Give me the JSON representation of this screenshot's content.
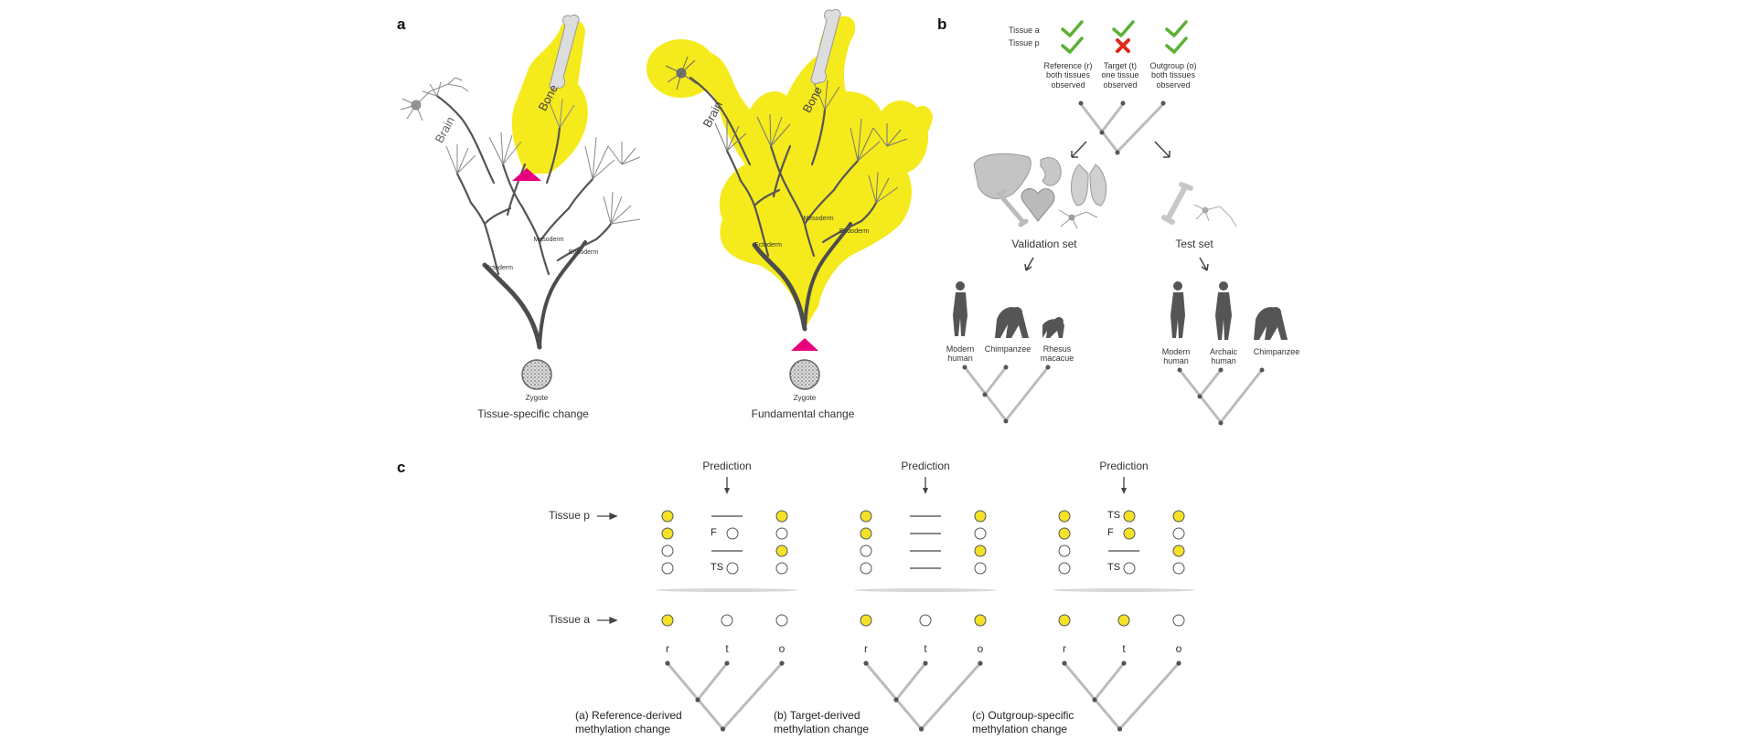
{
  "panels": {
    "a": "a",
    "b": "b",
    "c": "c"
  },
  "panel_a": {
    "left_tree": {
      "labels": {
        "brain": "Brain",
        "bone": "Bone",
        "ectoderm": "Ectoderm",
        "mesoderm": "Mesoderm",
        "endoderm": "Endoderm",
        "zygote": "Zygote"
      },
      "caption": "Tissue-specific change"
    },
    "right_tree": {
      "labels": {
        "brain": "Brain",
        "bone": "Bone",
        "ectoderm": "Ectoderm",
        "mesoderm": "Mesoderm",
        "endoderm": "Endoderm",
        "zygote": "Zygote"
      },
      "caption": "Fundamental change"
    },
    "colors": {
      "highlight": "#f5ea1c",
      "trunk": "#4d4d4d",
      "triangle": "#e6007e"
    }
  },
  "panel_b": {
    "tissue_labels": {
      "a": "Tissue a",
      "p": "Tissue p"
    },
    "columns": [
      {
        "line1": "Reference (r)",
        "line2": "both tissues",
        "line3": "observed"
      },
      {
        "line1": "Target (t)",
        "line2": "one tissue",
        "line3": "observed"
      },
      {
        "line1": "Outgroup (o)",
        "line2": "both tissues",
        "line3": "observed"
      }
    ],
    "validation_set": "Validation set",
    "test_set": "Test set",
    "validation_species": [
      {
        "line1": "Modern",
        "line2": "human"
      },
      {
        "line1": "Chimpanzee",
        "line2": ""
      },
      {
        "line1": "Rhesus",
        "line2": "macacue"
      }
    ],
    "test_species": [
      {
        "line1": "Modern",
        "line2": "human"
      },
      {
        "line1": "Archaic",
        "line2": "human"
      },
      {
        "line1": "Chimpanzee",
        "line2": ""
      }
    ],
    "colors": {
      "check": "#5cb135",
      "cross": "#e1251b",
      "silhouette": "#555555"
    }
  },
  "panel_c": {
    "row_labels": {
      "tissue_p": "Tissue  p",
      "tissue_a": "Tissue  a"
    },
    "prediction": "Prediction",
    "branch_letters": {
      "r": "r",
      "t": "t",
      "o": "o"
    },
    "blocks": [
      {
        "caption1": "(a) Reference-derived",
        "caption2": "methylation change",
        "mid_labels": [
          "",
          "F",
          "",
          "TS"
        ],
        "p_left": [
          1,
          1,
          0,
          0
        ],
        "p_mid": [
          -1,
          0,
          -1,
          0
        ],
        "p_right": [
          1,
          0,
          1,
          0
        ],
        "a_row": [
          1,
          0,
          0
        ]
      },
      {
        "caption1": "(b) Target-derived",
        "caption2": "methylation change",
        "mid_labels": [
          "",
          "",
          "",
          ""
        ],
        "p_left": [
          1,
          1,
          0,
          0
        ],
        "p_mid": [
          -1,
          -1,
          -1,
          -1
        ],
        "p_right": [
          1,
          0,
          1,
          0
        ],
        "a_row": [
          1,
          0,
          1
        ]
      },
      {
        "caption1": "(c) Outgroup-specific",
        "caption2": "methylation change",
        "mid_labels": [
          "TS",
          "F",
          "",
          "TS"
        ],
        "p_left": [
          1,
          1,
          0,
          0
        ],
        "p_mid": [
          1,
          1,
          -1,
          0
        ],
        "p_right": [
          1,
          0,
          1,
          0
        ],
        "a_row": [
          1,
          1,
          0
        ]
      }
    ],
    "colors": {
      "filled": "#f3e227",
      "empty": "#ffffff"
    }
  }
}
